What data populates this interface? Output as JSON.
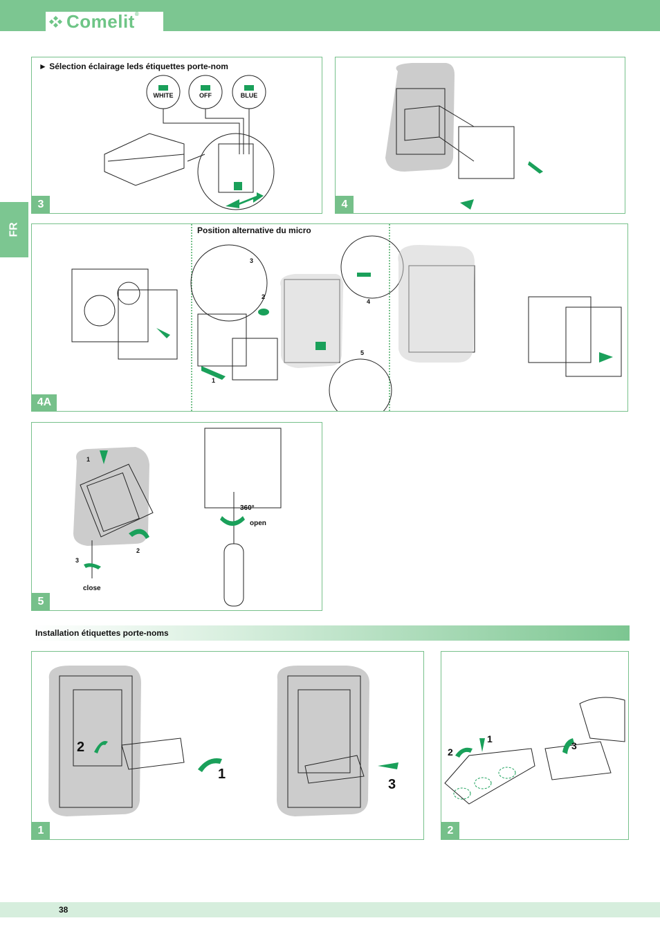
{
  "header": {
    "brand": "Comelit",
    "registered": "®"
  },
  "lang_tab": "FR",
  "panel3": {
    "number": "3",
    "title": "► Sélection éclairage leds étiquettes porte-nom",
    "leds": [
      "WHITE",
      "OFF",
      "BLUE"
    ]
  },
  "panel4": {
    "number": "4"
  },
  "panel4a": {
    "number": "4A",
    "title": "Position alternative du micro",
    "steps": [
      "1",
      "2",
      "3",
      "4",
      "5"
    ]
  },
  "panel5": {
    "number": "5",
    "steps": [
      "1",
      "2",
      "3"
    ],
    "close_label": "close",
    "rotation_label": "360°",
    "open_label": "open"
  },
  "section": {
    "title": "Installation étiquettes porte-noms"
  },
  "panel1": {
    "number": "1",
    "steps": [
      "2",
      "1",
      "3"
    ]
  },
  "panel2": {
    "number": "2",
    "steps": [
      "1",
      "2",
      "3"
    ]
  },
  "footer": {
    "page_number": "38"
  },
  "colors": {
    "accent": "#7cc691",
    "accent_dark": "#1aa05a",
    "panel_border": "#76c08a"
  }
}
